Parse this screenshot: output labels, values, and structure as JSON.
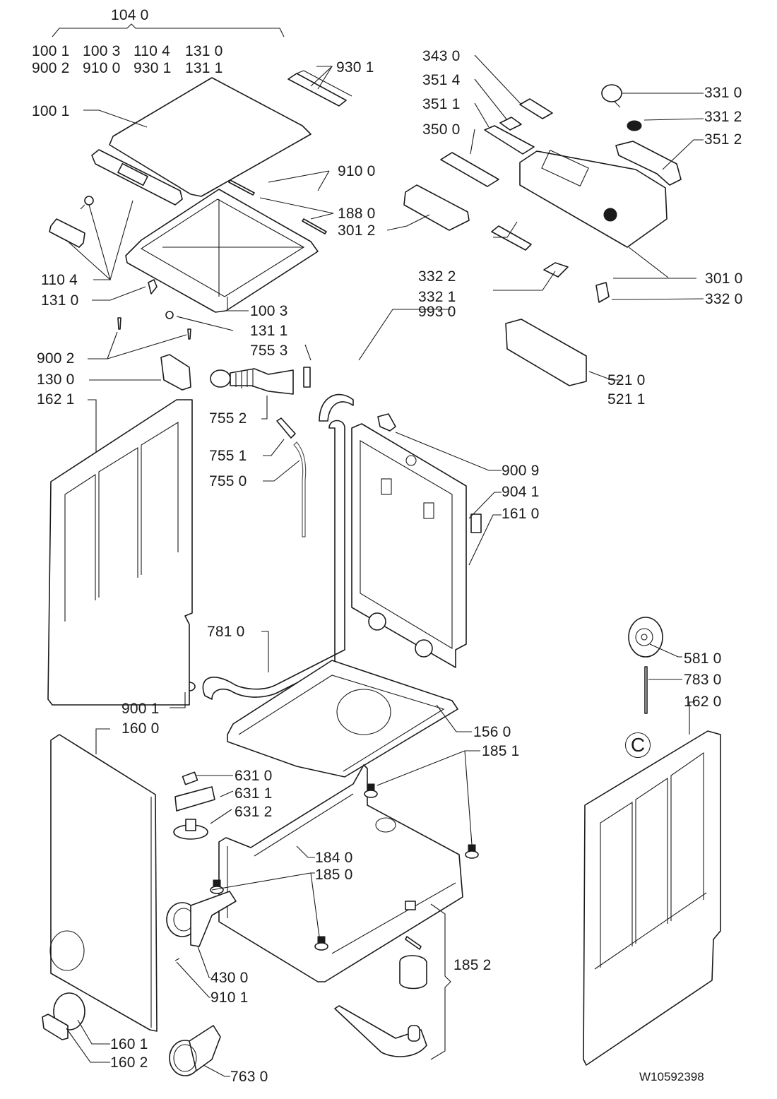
{
  "document": {
    "type": "Exploded parts diagram - top-load washing machine cabinet",
    "document_id": "W10592398",
    "reference_circle": "C"
  },
  "group_header": {
    "label": "104 0",
    "members_row1": [
      "100 1",
      "100 3",
      "110 4",
      "131 0"
    ],
    "members_row2": [
      "900 2",
      "910 0",
      "930 1",
      "131 1"
    ]
  },
  "labels": {
    "l1001": "100 1",
    "l9301": "930 1",
    "l3430": "343 0",
    "l3514": "351 4",
    "l3511": "351 1",
    "l3500": "350 0",
    "l3310": "331 0",
    "l3312": "331 2",
    "l3512": "351 2",
    "l9100": "910 0",
    "l1880": "188 0",
    "l3012": "301 2",
    "l1104": "110 4",
    "l1310": "131 0",
    "l1003": "100 3",
    "l1311": "131 1",
    "l3322": "332 2",
    "l3321": "332 1",
    "l9930": "993 0",
    "l3010": "301 0",
    "l3320": "332 0",
    "l5210": "521 0",
    "l5211": "521 1",
    "l9002": "900 2",
    "l7553": "755 3",
    "l1300": "130 0",
    "l1621": "162 1",
    "l7552": "755 2",
    "l7551": "755 1",
    "l7550": "755 0",
    "l9009": "900 9",
    "l9041": "904 1",
    "l1610": "161 0",
    "l7810": "781 0",
    "l5810": "581 0",
    "l7830": "783 0",
    "l1620": "162 0",
    "l9001": "900 1",
    "l1600": "160 0",
    "l1560": "156 0",
    "l1851": "185 1",
    "l6310": "631 0",
    "l6311": "631 1",
    "l6312": "631 2",
    "l1840": "184 0",
    "l1850": "185 0",
    "l1852": "185 2",
    "l4300": "430 0",
    "l9101": "910 1",
    "l1601": "160 1",
    "l1602": "160 2",
    "l7630": "763 0"
  }
}
